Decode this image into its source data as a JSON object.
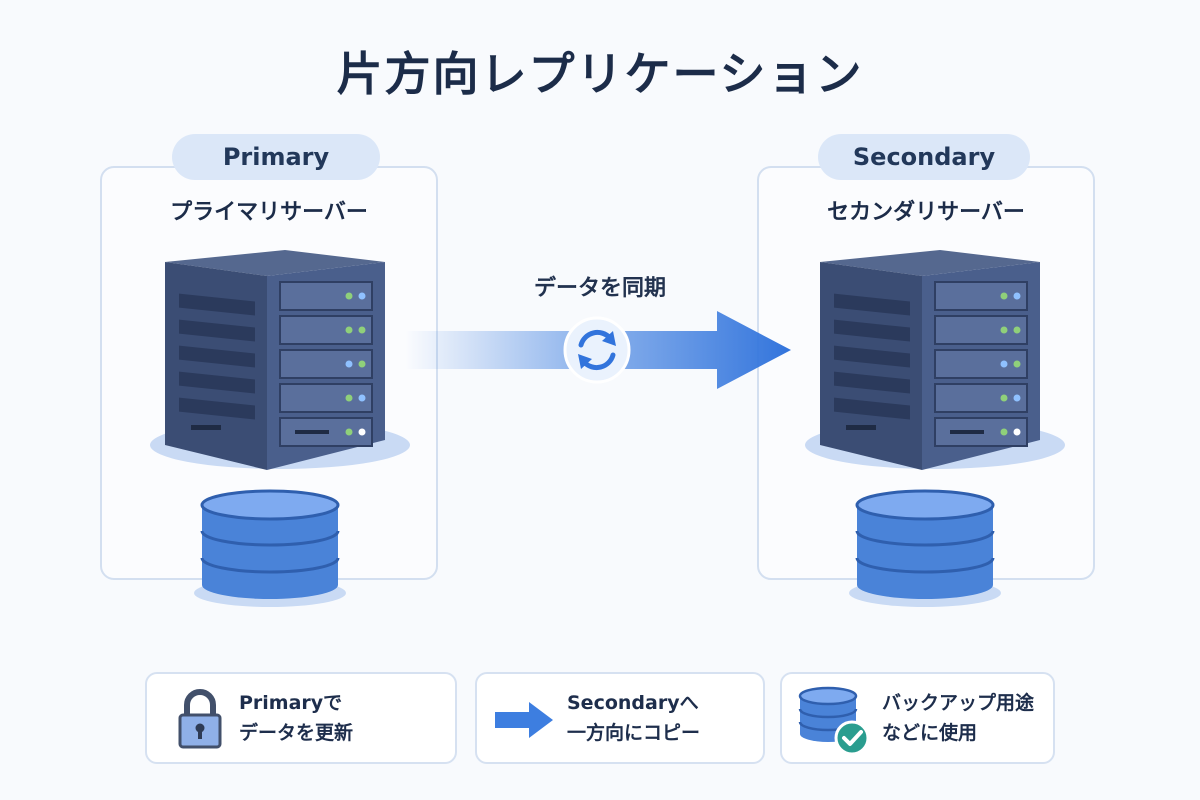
{
  "title": "片方向レプリケーション",
  "primary": {
    "badge": "Primary",
    "label": "プライマリサーバー"
  },
  "secondary": {
    "badge": "Secondary",
    "label": "セカンダリサーバー"
  },
  "sync": {
    "label": "データを同期"
  },
  "cards": [
    {
      "line1": "Primaryで",
      "line2": "データを更新",
      "icon": "lock-icon"
    },
    {
      "line1": "Secondaryへ",
      "line2": "一方向にコピー",
      "icon": "arrow-right-icon"
    },
    {
      "line1": "バックアップ用途",
      "line2": "などに使用",
      "icon": "database-check-icon"
    }
  ],
  "colors": {
    "accent": "#3d7ee0",
    "server_dark": "#3b4d74",
    "db_blue": "#4a83d8",
    "check_teal": "#2a9d8f"
  }
}
